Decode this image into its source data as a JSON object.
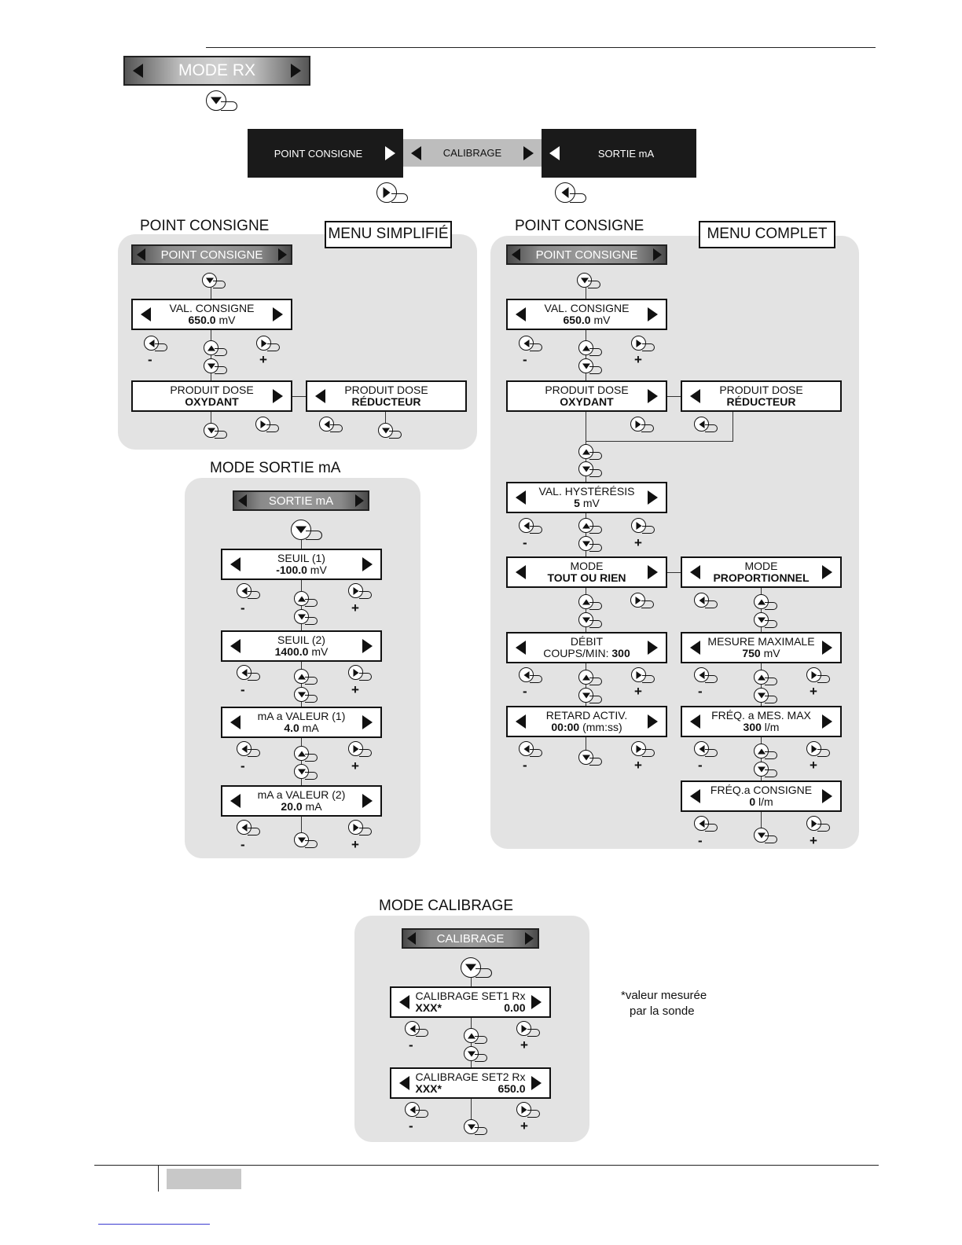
{
  "header": {
    "mode_title": "MODE RX"
  },
  "top_menu": {
    "point_consigne": "POINT CONSIGNE",
    "calibrage": "CALIBRAGE",
    "sortie_ma": "SORTIE mA"
  },
  "simplified": {
    "title": "POINT CONSIGNE",
    "tag": "MENU SIMPLIFIÉ",
    "head": "POINT CONSIGNE",
    "val_consigne": {
      "l1": "VAL. CONSIGNE",
      "value": "650.0",
      "unit": " mV"
    },
    "produit_oxydant": {
      "l1": "PRODUIT DOSE",
      "l2": "OXYDANT"
    },
    "produit_reducteur": {
      "l1": "PRODUIT DOSE",
      "l2": "RÉDUCTEUR"
    }
  },
  "complete": {
    "title": "POINT CONSIGNE",
    "tag": "MENU COMPLET",
    "head": "POINT CONSIGNE",
    "val_consigne": {
      "l1": "VAL. CONSIGNE",
      "value": "650.0",
      "unit": " mV"
    },
    "produit_oxydant": {
      "l1": "PRODUIT DOSE",
      "l2": "OXYDANT"
    },
    "produit_reducteur": {
      "l1": "PRODUIT DOSE",
      "l2": "RÉDUCTEUR"
    },
    "hysteresis": {
      "l1": "VAL. HYSTÉRÉSIS",
      "value": "5",
      "unit": " mV"
    },
    "mode_tout": {
      "l1": "MODE",
      "l2": "TOUT OU RIEN"
    },
    "mode_prop": {
      "l1": "MODE",
      "l2": "PROPORTIONNEL"
    },
    "debit": {
      "l1": "DÉBIT",
      "l2a": "COUPS/MIN: ",
      "l2b": "300"
    },
    "mesure_max": {
      "l1": "MESURE MAXIMALE",
      "value": "750",
      "unit": " mV"
    },
    "retard": {
      "l1": "RETARD ACTIV.",
      "value": "00:00",
      "unit": " (mm:ss)"
    },
    "freq_max": {
      "l1": "FRÉQ. a MES. MAX",
      "value": "300",
      "unit": " l/m"
    },
    "freq_consigne": {
      "l1": "FRÉQ.a CONSIGNE",
      "value": "0",
      "unit": " l/m"
    }
  },
  "sortie": {
    "title": "MODE SORTIE mA",
    "head": "SORTIE mA",
    "seuil1": {
      "l1": "SEUIL (1)",
      "value": "-100.0",
      "unit": " mV"
    },
    "seuil2": {
      "l1": "SEUIL (2)",
      "value": "1400.0",
      "unit": " mV"
    },
    "ma1": {
      "l1": "mA a VALEUR (1)",
      "value": "4.0",
      "unit": " mA"
    },
    "ma2": {
      "l1": "mA a VALEUR (2)",
      "value": "20.0",
      "unit": " mA"
    }
  },
  "calibrage": {
    "title": "MODE CALIBRAGE",
    "head": "CALIBRAGE",
    "set1": {
      "l1": "CALIBRAGE SET1 Rx",
      "xxx": "XXX*",
      "value": "0.00"
    },
    "set2": {
      "l1": "CALIBRAGE SET2 Rx",
      "xxx": "XXX*",
      "value": "650.0"
    }
  },
  "signs": {
    "minus": "-",
    "plus": "+"
  },
  "footnote": {
    "line1": "*valeur mesurée",
    "line2": "par la sonde"
  }
}
